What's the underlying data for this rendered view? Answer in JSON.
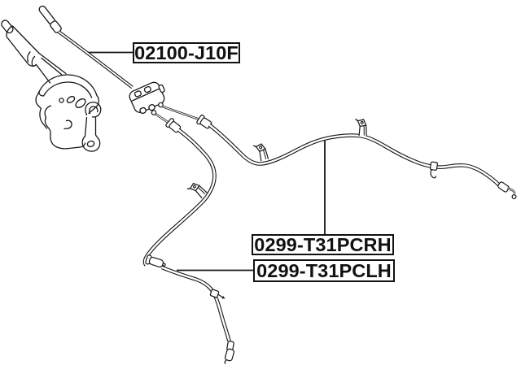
{
  "diagram": {
    "title": "Parking brake cable exploded diagram",
    "background_color": "#ffffff",
    "line_color": "#161616",
    "labels": [
      {
        "component": "front-parking-brake-cable",
        "part_number": "02100-J10F"
      },
      {
        "component": "rear-parking-brake-cable-right",
        "part_number": "0299-T31PCRH"
      },
      {
        "component": "rear-parking-brake-cable-left",
        "part_number": "0299-T31PCLH"
      }
    ],
    "components": [
      "parking-brake-lever-assembly",
      "front-cable-with-equalizer",
      "rear-right-cable",
      "rear-left-cable"
    ]
  }
}
